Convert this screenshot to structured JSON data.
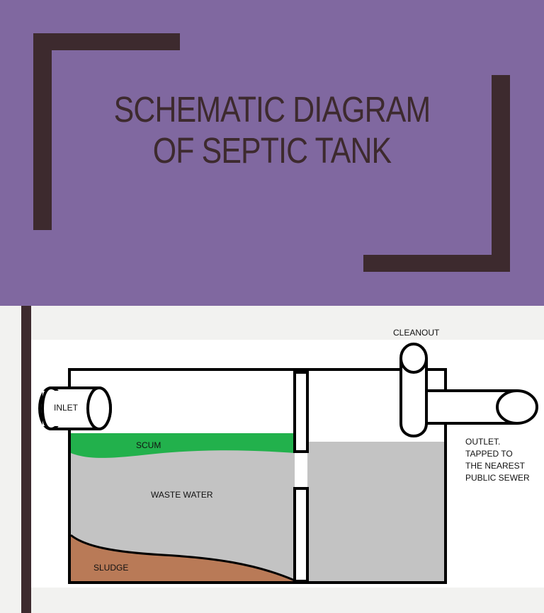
{
  "slide": {
    "title_line1": "Schematic Diagram",
    "title_line2": "of Septic Tank"
  },
  "colors": {
    "header_bg": "#8068a0",
    "accent_dark": "#3d2a2e",
    "scum": "#22b14c",
    "waste_water": "#c3c3c3",
    "sludge": "#b97a57"
  },
  "diagram": {
    "labels": {
      "cleanout": "CLEANOUT",
      "inlet": "INLET",
      "scum": "SCUM",
      "waste_water": "WASTE WATER",
      "sludge": "SLUDGE",
      "outlet_line1": "OUTLET.",
      "outlet_line2": "TAPPED TO",
      "outlet_line3": "THE NEAREST",
      "outlet_line4": "PUBLIC SEWER"
    }
  }
}
